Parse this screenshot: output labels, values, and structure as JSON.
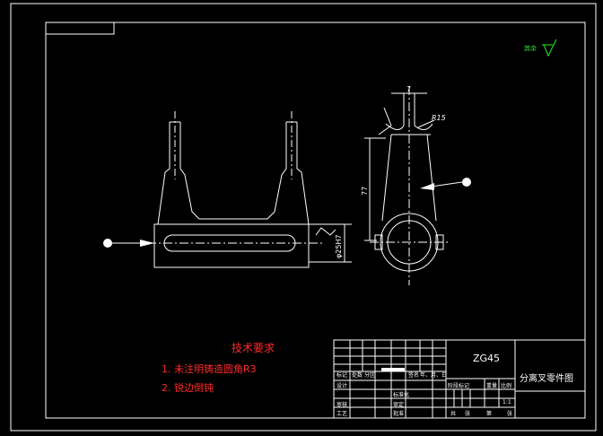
{
  "drawing": {
    "tech_req_title": "技术要求",
    "tech_req_items": [
      "1. 未注明铸造圆角R3",
      "2. 锐边倒钝"
    ],
    "roughness_note": "其余",
    "material": "ZG45",
    "part_name": "分离叉零件图",
    "dimensions": {
      "width_7": "7",
      "radius_r15": "R15",
      "height_77": "77",
      "slot_dim": "φ25H7"
    },
    "title_block": {
      "row_labels": [
        "设计",
        "审核",
        "工艺"
      ],
      "header_cells": [
        "标记",
        "处数",
        "分区",
        "更改文件号",
        "签名",
        "年、月、日"
      ],
      "mid_labels": [
        "标准化",
        "审定",
        "批准"
      ],
      "scale_headers": [
        "阶段标记",
        "重量",
        "比例"
      ],
      "scale_value": "1:1",
      "sheet_text": [
        "共",
        "张",
        "第",
        "张"
      ]
    }
  },
  "colors": {
    "background": "#000000",
    "lines": "#ffffff",
    "annotation": "#ff2a2a",
    "symbol": "#22ee22"
  }
}
